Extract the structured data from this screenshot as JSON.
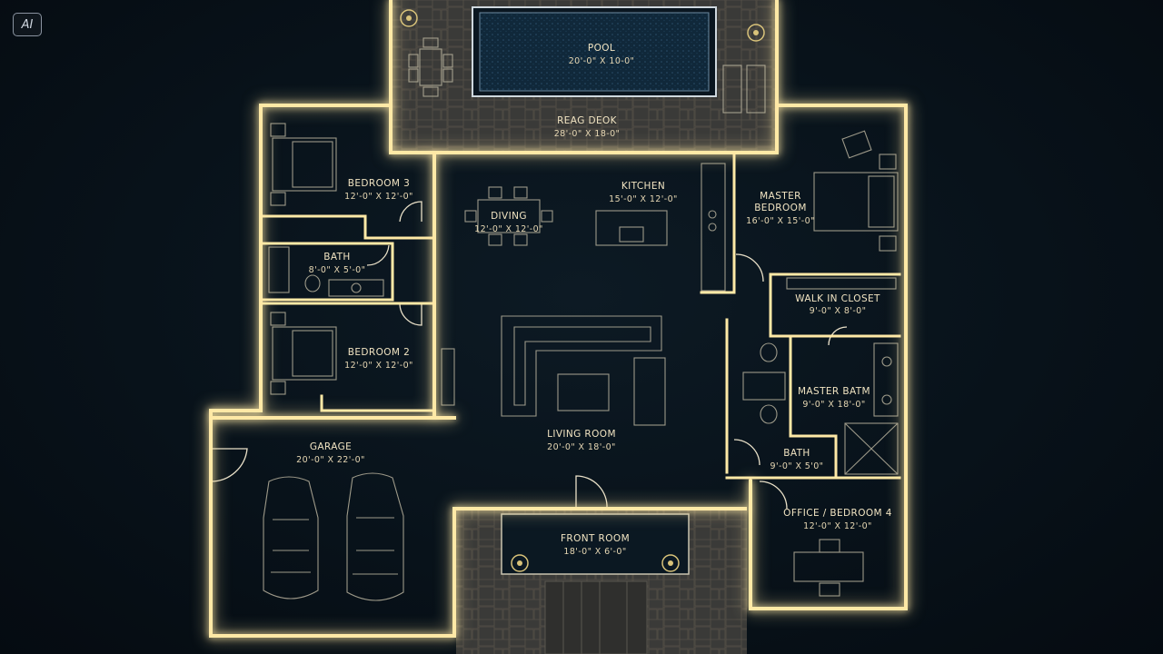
{
  "badge": "AI",
  "colors": {
    "wall_glow": "#ffe9a6",
    "background": "#08121a",
    "pool_water": "#123247",
    "stone": "#2c2d2d",
    "label": "#f1e4c2"
  },
  "rooms": {
    "pool": {
      "name": "POOL",
      "size": "20'-0\" X 10-0\""
    },
    "deck": {
      "name": "REAG DEOK",
      "size": "28'-0\" X 18-0\""
    },
    "bedroom3": {
      "name": "BEDROOM 3",
      "size": "12'-0\" X 12'-0\""
    },
    "bath_left": {
      "name": "BATH",
      "size": "8'-0\" X 5'-0\""
    },
    "dining": {
      "name": "DIVING",
      "size": "12'-0\" X 12'-0\""
    },
    "kitchen": {
      "name": "KITCHEN",
      "size": "15'-0\" X 12'-0\""
    },
    "master_bedroom": {
      "name": "MASTER BEDROOM",
      "name_line1": "MASTER",
      "name_line2": "BEDROOM",
      "size": "16'-0\" X 15'-0\""
    },
    "walk_in_closet": {
      "name": "WALK IN CLOSET",
      "size": "9'-0\" X 8'-0\""
    },
    "bedroom2": {
      "name": "BEDROOM 2",
      "size": "12'-0\" X 12'-0\""
    },
    "master_bath": {
      "name": "MASTER BATM",
      "size": "9'-0\" X 18'-0\""
    },
    "living_room": {
      "name": "LIVING ROOM",
      "size": "20'-0\" X 18'-0\""
    },
    "garage": {
      "name": "GARAGE",
      "size": "20'-0\" X 22'-0\""
    },
    "bath_right": {
      "name": "BATH",
      "size": "9'-0\" X 5'0\""
    },
    "front_room": {
      "name": "FRONT ROOM",
      "size": "18'-0\" X 6'-0\""
    },
    "office": {
      "name": "OFFICE / BEDROOM 4",
      "size": "12'-0\" X 12'-0\""
    }
  }
}
